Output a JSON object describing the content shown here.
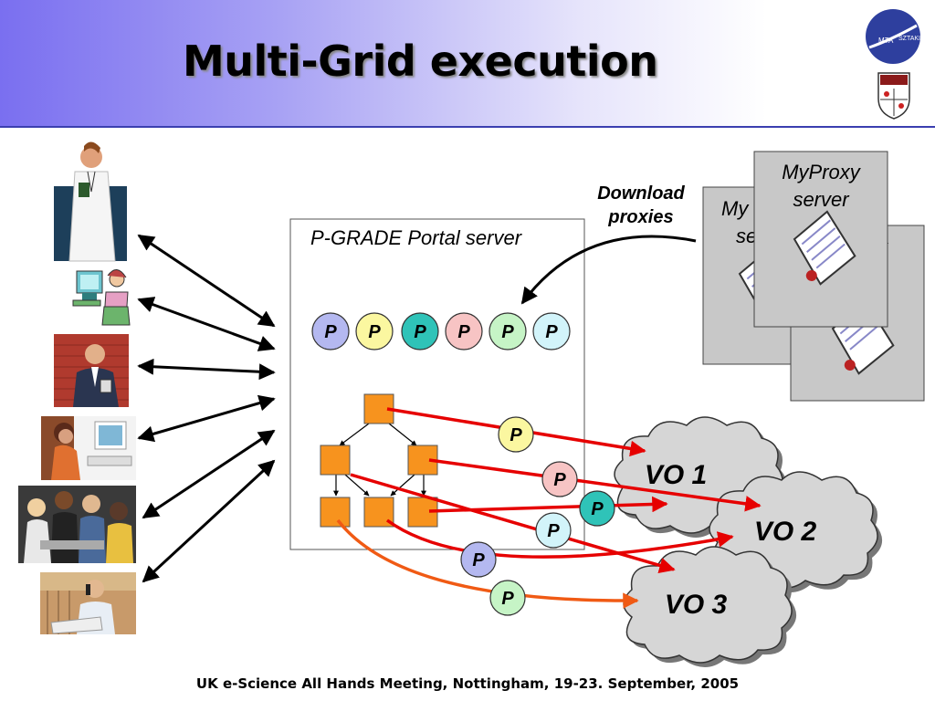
{
  "slide": {
    "title": "Multi-Grid execution",
    "footer": "UK e-Science All Hands Meeting, Nottingham, 19-23. September, 2005"
  },
  "logos": {
    "sztaki": {
      "text_left": "MTA",
      "text_right": "SZTAKI"
    }
  },
  "portal": {
    "label": "P-GRADE Portal server",
    "proxy_circles": [
      {
        "text": "P",
        "color": "#b4b8f0"
      },
      {
        "text": "P",
        "color": "#fbf7a0"
      },
      {
        "text": "P",
        "color": "#2fc3b8"
      },
      {
        "text": "P",
        "color": "#f7c4c4"
      },
      {
        "text": "P",
        "color": "#c6f4c6"
      },
      {
        "text": "P",
        "color": "#d2f4fa"
      }
    ]
  },
  "myproxy": {
    "label_line1": "MyProxy",
    "label_line2": "server",
    "back1_line1": "My",
    "back1_line2": "se",
    "back2_line1": "xy",
    "back2_line2": "r"
  },
  "download": {
    "line1": "Download",
    "line2": "proxies"
  },
  "vos": [
    {
      "label": "VO 1"
    },
    {
      "label": "VO 2"
    },
    {
      "label": "VO 3"
    }
  ],
  "edge_proxies": [
    {
      "text": "P",
      "color": "#fbf7a0"
    },
    {
      "text": "P",
      "color": "#f7c4c4"
    },
    {
      "text": "P",
      "color": "#2fc3b8"
    },
    {
      "text": "P",
      "color": "#d2f4fa"
    },
    {
      "text": "P",
      "color": "#b4b8f0"
    },
    {
      "text": "P",
      "color": "#c6f4c6"
    }
  ],
  "colors": {
    "arrow_red": "#e60000",
    "arrow_orange": "#f05a14",
    "node_orange": "#f7931e",
    "cloud_fill": "#d6d6d6",
    "card_fill": "#c8c8c8"
  }
}
